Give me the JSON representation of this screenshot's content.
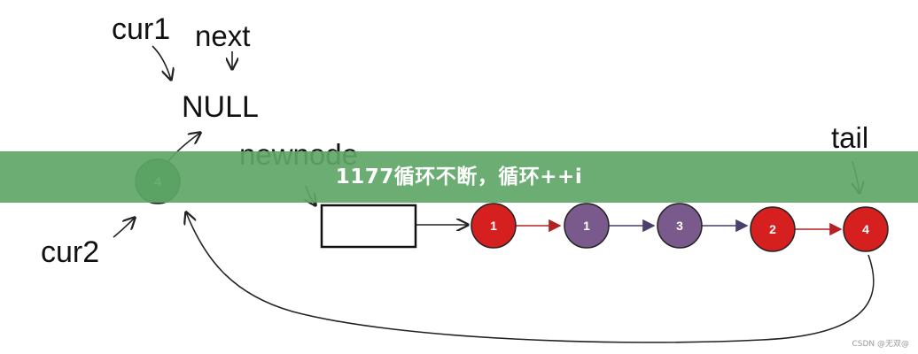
{
  "labels": {
    "cur1": "cur1",
    "next": "next",
    "null_text": "NULL",
    "newnode": "newnode",
    "tail": "tail",
    "cur2": "cur2"
  },
  "cur2_node": {
    "value": "4",
    "color": "#2e7d32"
  },
  "list_nodes": [
    {
      "value": "1",
      "color": "#d62020"
    },
    {
      "value": "1",
      "color": "#7a5a8c"
    },
    {
      "value": "3",
      "color": "#7a5a8c"
    },
    {
      "value": "2",
      "color": "#d62020"
    },
    {
      "value": "4",
      "color": "#d62020"
    }
  ],
  "banner": {
    "title": "1177循环不断，循环++i",
    "color": "#60a668"
  },
  "watermark": "CSDN @无双@"
}
